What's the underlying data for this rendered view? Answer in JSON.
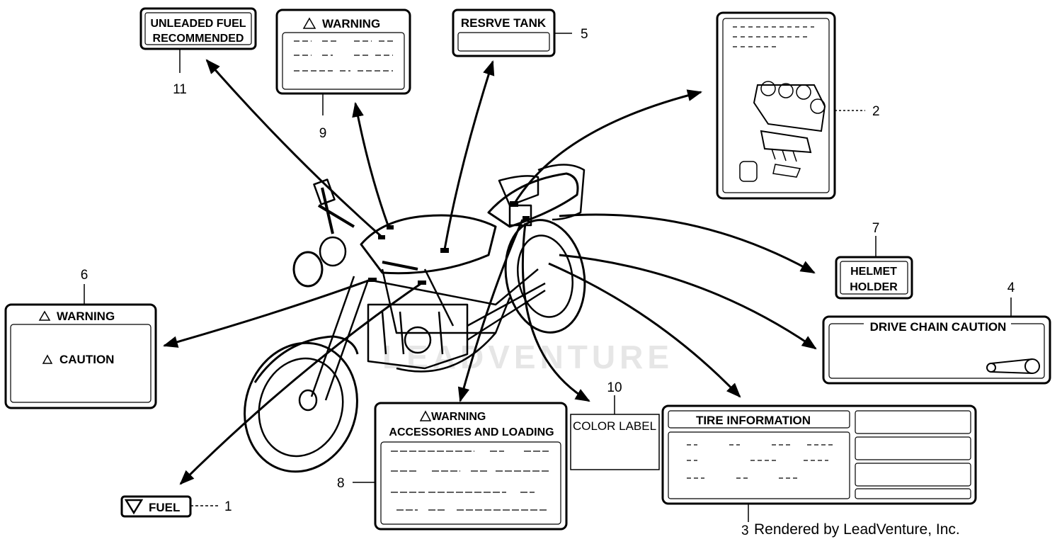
{
  "watermark": "LEADVENTURE",
  "credit": "Rendered by LeadVenture, Inc.",
  "parts": [
    {
      "number": "1",
      "label": "FUEL"
    },
    {
      "number": "2",
      "label": ""
    },
    {
      "number": "3",
      "label": "TIRE INFORMATION"
    },
    {
      "number": "4",
      "label": "DRIVE CHAIN CAUTION"
    },
    {
      "number": "5",
      "label": "RESRVE TANK"
    },
    {
      "number": "6",
      "label": "WARNING",
      "sublabel": "CAUTION"
    },
    {
      "number": "7",
      "label": "HELMET",
      "label2": "HOLDER"
    },
    {
      "number": "8",
      "label": "WARNING",
      "label2": "ACCESSORIES AND LOADING"
    },
    {
      "number": "9",
      "label": "WARNING"
    },
    {
      "number": "10",
      "label": "COLOR LABEL"
    },
    {
      "number": "11",
      "label": "UNLEADED FUEL",
      "label2": "RECOMMENDED"
    }
  ]
}
